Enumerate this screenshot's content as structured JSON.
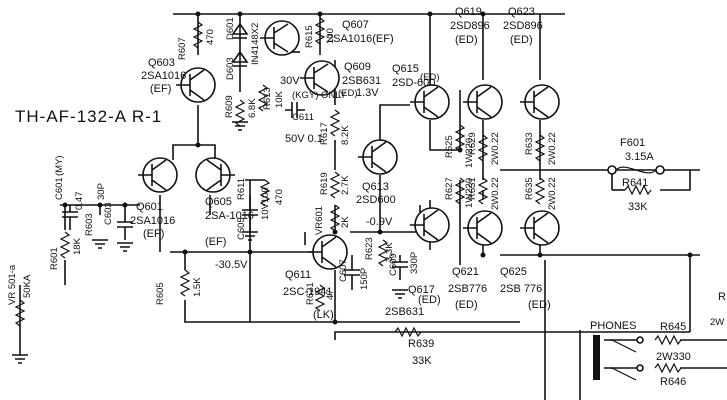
{
  "board": "TH-AF-132-A R-1",
  "colors": {
    "ink": "#111111",
    "paper": "#ffffff"
  },
  "transistors": [
    {
      "ref": "Q601",
      "part": "2SA1016",
      "suffix": "(EF)"
    },
    {
      "ref": "Q603",
      "part": "2SA1016",
      "suffix": "(EF)"
    },
    {
      "ref": "Q605",
      "part": "2SA-1016",
      "suffix": "(EF)"
    },
    {
      "ref": "Q607",
      "part": "2SA1016(EF)"
    },
    {
      "ref": "Q609",
      "part": "2SB631",
      "suffix": "(ED)"
    },
    {
      "ref": "Q611",
      "part": "2SC-1941",
      "suffix": "(LK)"
    },
    {
      "ref": "Q613",
      "part": "2SD600"
    },
    {
      "ref": "Q615",
      "part": "2SD-600",
      "suffix": "(ED)"
    },
    {
      "ref": "Q617",
      "part": "2SB631",
      "suffix": "(ED)"
    },
    {
      "ref": "Q619",
      "part": "2SD896",
      "suffix": "(ED)"
    },
    {
      "ref": "Q621",
      "part": "2SB776",
      "suffix": "(ED)"
    },
    {
      "ref": "Q623",
      "part": "2SD896",
      "suffix": "(ED)"
    },
    {
      "ref": "Q625",
      "part": "2SB 776",
      "suffix": "(ED)"
    }
  ],
  "resistors": [
    {
      "ref": "R601",
      "value": "18K"
    },
    {
      "ref": "R603",
      "value": "0.47"
    },
    {
      "ref": "R605",
      "value": "1.5K"
    },
    {
      "ref": "R607",
      "value": "470"
    },
    {
      "ref": "R609",
      "value": "6.8K"
    },
    {
      "ref": "R611",
      "value": "470"
    },
    {
      "ref": "R613",
      "value": "10K"
    },
    {
      "ref": "R615",
      "value": "100"
    },
    {
      "ref": "R617",
      "value": "8.2K"
    },
    {
      "ref": "R619",
      "value": "2.7K"
    },
    {
      "ref": "R621",
      "value": "47"
    },
    {
      "ref": "R623",
      "value": "3.3K"
    },
    {
      "ref": "R625",
      "value": "1W220"
    },
    {
      "ref": "R627",
      "value": "1W220"
    },
    {
      "ref": "R629",
      "value": "2W0.22"
    },
    {
      "ref": "R631",
      "value": "2W0.22"
    },
    {
      "ref": "R633",
      "value": "2W0.22"
    },
    {
      "ref": "R635",
      "value": "2W0.22"
    },
    {
      "ref": "R639",
      "value": "33K"
    },
    {
      "ref": "R641",
      "value": "33K"
    },
    {
      "ref": "R645",
      "value": "2W330"
    },
    {
      "ref": "R646",
      "value": ""
    }
  ],
  "capacitors": [
    {
      "ref": "C601",
      "note": "(MY)",
      "value": ""
    },
    {
      "ref": "C603",
      "value": "30P"
    },
    {
      "ref": "C605",
      "value": "10V100"
    },
    {
      "ref": "C607",
      "value": "150P"
    },
    {
      "ref": "C609",
      "value": "330P"
    },
    {
      "ref": "C611",
      "note": "(KGY) ONLY",
      "value": "50V 0.1"
    }
  ],
  "diodes": [
    {
      "ref": "D601",
      "value": "IN4148X2"
    },
    {
      "ref": "D603",
      "value": ""
    }
  ],
  "misc": {
    "vr601": "VR601",
    "vr601_value": "2K",
    "fuse_ref": "F601",
    "fuse_value": "3.15A",
    "vr501": "VR 501-a",
    "vr501_value": "50KA",
    "v_30": "30V",
    "v_neg305": "-30.5V",
    "v_neg09": "-0.9V",
    "v_13": "1.3V",
    "phones": "PHONES",
    "r_edge": "R",
    "r_edge_val": "2W"
  }
}
